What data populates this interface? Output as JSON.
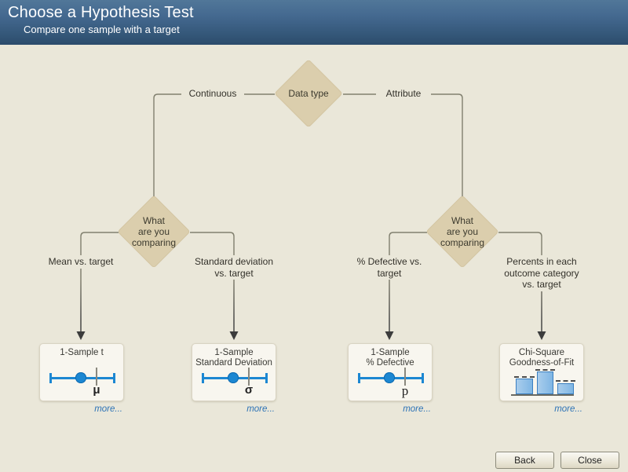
{
  "header": {
    "title": "Choose a Hypothesis Test",
    "subtitle": "Compare one sample with a target"
  },
  "tree": {
    "root_label": "Data type",
    "left_branch_label": "Continuous",
    "right_branch_label": "Attribute",
    "left_decision_label": "What\nare you\ncomparing",
    "right_decision_label": "What\nare you\ncomparing",
    "outcomes": [
      {
        "branch_label": "Mean vs. target",
        "card_title": "1-Sample t",
        "symbol": "μ",
        "more_label": "more..."
      },
      {
        "branch_label": "Standard deviation\nvs. target",
        "card_title": "1-Sample\nStandard Deviation",
        "symbol": "σ",
        "more_label": "more..."
      },
      {
        "branch_label": "% Defective vs.\ntarget",
        "card_title": "1-Sample\n% Defective",
        "symbol": "p",
        "more_label": "more..."
      },
      {
        "branch_label": "Percents in each\noutcome category\nvs. target",
        "card_title": "Chi-Square\nGoodness-of-Fit",
        "icon": "bar-chart",
        "more_label": "more..."
      }
    ]
  },
  "footer": {
    "back_label": "Back",
    "close_label": "Close"
  },
  "colors": {
    "accent_blue": "#1C87D2",
    "link_blue": "#2D73B6",
    "diamond_fill": "#DBCEAD",
    "canvas_bg": "#EAE7D9",
    "header_top": "#517799",
    "header_bottom": "#2C4C6C"
  }
}
